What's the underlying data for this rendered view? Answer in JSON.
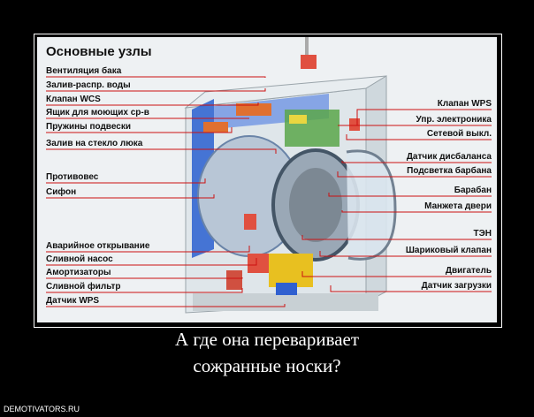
{
  "diagram": {
    "title": "Основные узлы",
    "left_labels": [
      "Вентиляция бака",
      "Залив-распр. воды",
      "Клапан WCS",
      "Ящик для моющих ср-в",
      "Пружины подвески",
      "Залив на стекло люка",
      "Противовес",
      "Сифон",
      "Аварийное открывание",
      "Сливной насос",
      "Амортизаторы",
      "Сливной фильтр",
      "Датчик WPS"
    ],
    "right_labels": [
      "Клапан WPS",
      "Упр. электроника",
      "Сетевой выкл.",
      "Датчик дисбаланса",
      "Подсветка барбана",
      "Барабан",
      "Манжета двери",
      "ТЭН",
      "Шариковый клапан",
      "Двигатель",
      "Датчик загрузки"
    ],
    "colors": {
      "leader_line": "#cc1111",
      "background": "#eef1f3",
      "frame": "#ffffff"
    }
  },
  "caption": {
    "line1": "А где она переваривает",
    "line2": "сожранные носки?"
  },
  "footer": "DEMOTIVATORS.RU"
}
